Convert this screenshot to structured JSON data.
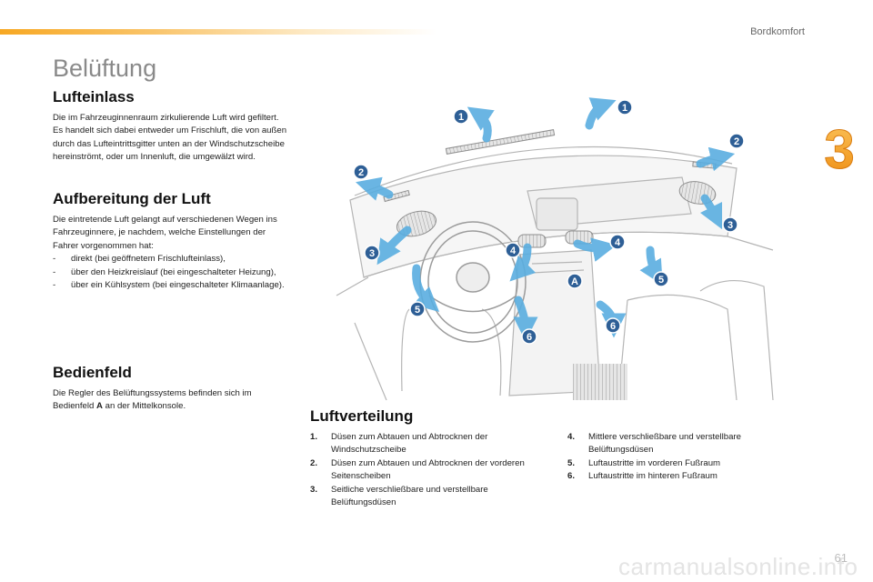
{
  "header": {
    "section": "Bordkomfort",
    "chapter_number": "3",
    "accent_color": "#f7a823"
  },
  "page_title": "Belüftung",
  "lufteinlass": {
    "heading": "Lufteinlass",
    "text": "Die im Fahrzeuginnenraum zirkulierende Luft wird gefiltert. Es handelt sich dabei entweder um Frischluft, die von außen durch das Lufteintrittsgitter unten an der Windschutzscheibe hereinströmt, oder um Innenluft, die umgewälzt wird."
  },
  "aufbereitung": {
    "heading": "Aufbereitung der Luft",
    "intro": "Die eintretende Luft gelangt auf verschiedenen Wegen ins Fahrzeuginnere, je nachdem, welche Einstellungen der Fahrer vorgenommen hat:",
    "items": [
      "direkt (bei geöffnetem Frischlufteinlass),",
      "über den Heizkreislauf (bei eingeschalteter Heizung),",
      "über ein Kühlsystem (bei eingeschalteter Klimaanlage)."
    ]
  },
  "bedienfeld": {
    "heading": "Bedienfeld",
    "text_before": "Die Regler des Belüftungssystems befinden sich im Bedienfeld ",
    "text_bold": "A",
    "text_after": " an der Mittelkonsole."
  },
  "illustration": {
    "markers": [
      "1",
      "1",
      "2",
      "2",
      "3",
      "3",
      "4",
      "4",
      "5",
      "5",
      "6",
      "6",
      "A"
    ],
    "marker_color": "#2e5f96",
    "arrow_color": "#5aaee0"
  },
  "luftverteilung": {
    "heading": "Luftverteilung",
    "items": [
      {
        "num": "1.",
        "text": "Düsen zum Abtauen und Abtrocknen der Windschutzscheibe"
      },
      {
        "num": "2.",
        "text": "Düsen zum Abtauen und Abtrocknen der vorderen Seitenscheiben"
      },
      {
        "num": "3.",
        "text": "Seitliche verschließbare und verstellbare Belüftungsdüsen"
      },
      {
        "num": "4.",
        "text": "Mittlere verschließbare und verstellbare Belüftungsdüsen"
      },
      {
        "num": "5.",
        "text": "Luftaustritte im vorderen Fußraum"
      },
      {
        "num": "6.",
        "text": "Luftaustritte im hinteren Fußraum"
      }
    ]
  },
  "footer": {
    "page_number": "61",
    "watermark": "carmanualsonline.info"
  }
}
